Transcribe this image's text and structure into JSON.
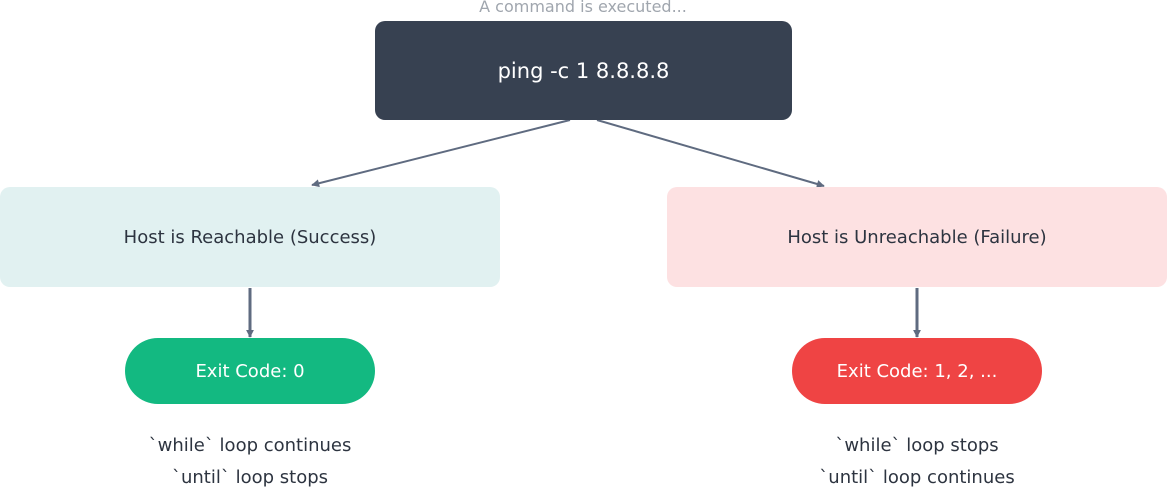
{
  "caption": "A command is executed...",
  "command": "ping -c 1 8.8.8.8",
  "branches": {
    "success": {
      "state": "Host is Reachable (Success)",
      "exit_code": "Exit Code: 0",
      "notes": [
        "`while` loop continues",
        "`until` loop stops"
      ]
    },
    "failure": {
      "state": "Host is Unreachable (Failure)",
      "exit_code": "Exit Code: 1, 2, ...",
      "notes": [
        "`while` loop stops",
        "`until` loop continues"
      ]
    }
  },
  "colors": {
    "command_bg": "#374151",
    "success_state_bg": "#e1f1f1",
    "failure_state_bg": "#fde1e2",
    "success_exit_bg": "#13b981",
    "failure_exit_bg": "#ef4444",
    "arrow": "#5f6b80"
  }
}
